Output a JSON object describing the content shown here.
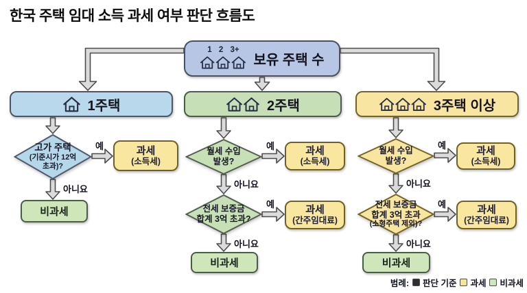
{
  "title": "한국 주택 임대 소득 과세 여부 판단 흐름도",
  "root": {
    "counts": "1 2 3+",
    "label": "보유 주택 수"
  },
  "labels": {
    "yes": "예",
    "no": "아니요"
  },
  "branches": [
    {
      "header": "1주택",
      "q1": {
        "lines": [
          "고가 주택",
          "(기준시가 12억",
          "초과)?"
        ]
      },
      "tax1": {
        "title": "과세",
        "sub": "(소득세)"
      },
      "exempt": "비과세"
    },
    {
      "header": "2주택",
      "q1": {
        "lines": [
          "월세 수입",
          "발생?"
        ]
      },
      "tax1": {
        "title": "과세",
        "sub": "(소득세)"
      },
      "q2": {
        "lines": [
          "전세 보증금",
          "합계 3억 초과?"
        ]
      },
      "tax2": {
        "title": "과세",
        "sub": "(간주임대료)"
      },
      "exempt": "비과세"
    },
    {
      "header": "3주택 이상",
      "q1": {
        "lines": [
          "월세 수입",
          "발생?"
        ]
      },
      "tax1": {
        "title": "과세",
        "sub": "(소득세)"
      },
      "q2": {
        "lines": [
          "전세 보증금",
          "합계 3억 초과",
          "(소형주택 제외)?"
        ]
      },
      "tax2": {
        "title": "과세",
        "sub": "(간주임대료)"
      },
      "exempt": "비과세"
    }
  ],
  "legend": {
    "label": "범례:",
    "items": [
      {
        "label": "판단 기준",
        "color": "#2e2e2e"
      },
      {
        "label": "과세",
        "color": "#f7e49c"
      },
      {
        "label": "비과세",
        "color": "#cfe6ba"
      }
    ]
  },
  "colors": {
    "root_blue": "#b7c6e5",
    "branch_blue": "#b9d8ec",
    "branch_green": "#c7dfb6",
    "branch_yellow": "#f8e5a1",
    "tax_yellow": "#f9e79f",
    "exempt_green": "#cfe6bb",
    "arrow_gray": "#dbdbdb"
  }
}
